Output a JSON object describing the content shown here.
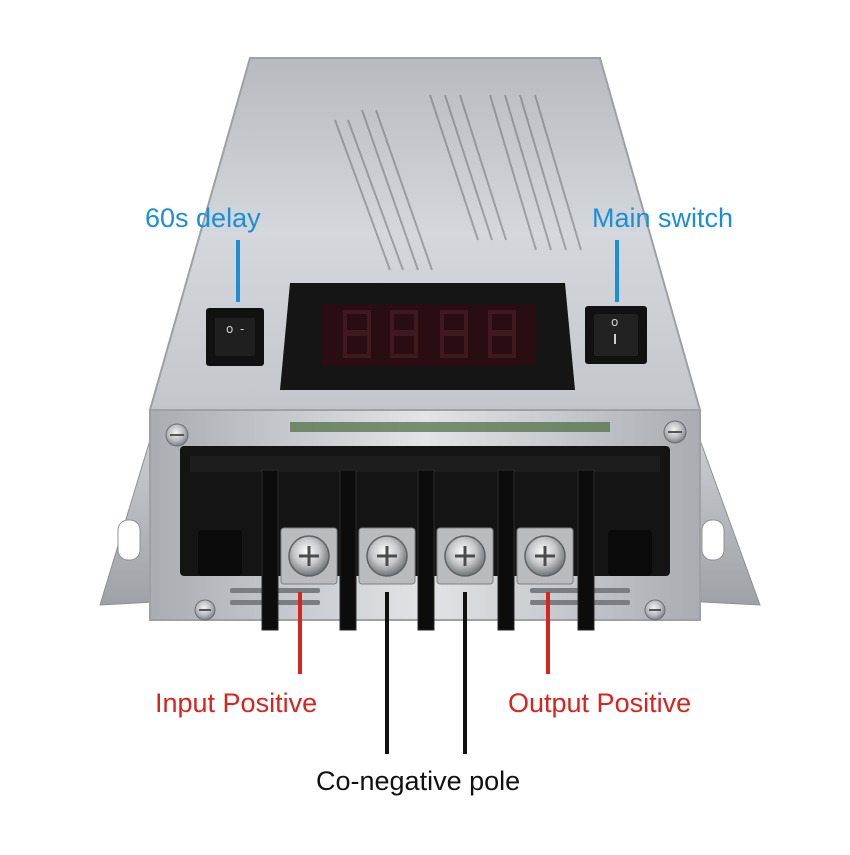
{
  "labels": {
    "delay": "60s delay",
    "main_switch": "Main switch",
    "input_positive": "Input Positive",
    "output_positive": "Output Positive",
    "co_negative": "Co-negative pole"
  },
  "colors": {
    "label_blue": "#1a8fd6",
    "label_red": "#d8231f",
    "label_black": "#111111",
    "housing": "#c9cdd2",
    "terminal_block": "#141414",
    "display_bezel": "#151515",
    "display_glass": "#2a0d12"
  },
  "icons": {
    "delay_switch": "rocker-switch-icon",
    "main_switch": "rocker-switch-icon",
    "terminal_screw": "screw-icon"
  }
}
